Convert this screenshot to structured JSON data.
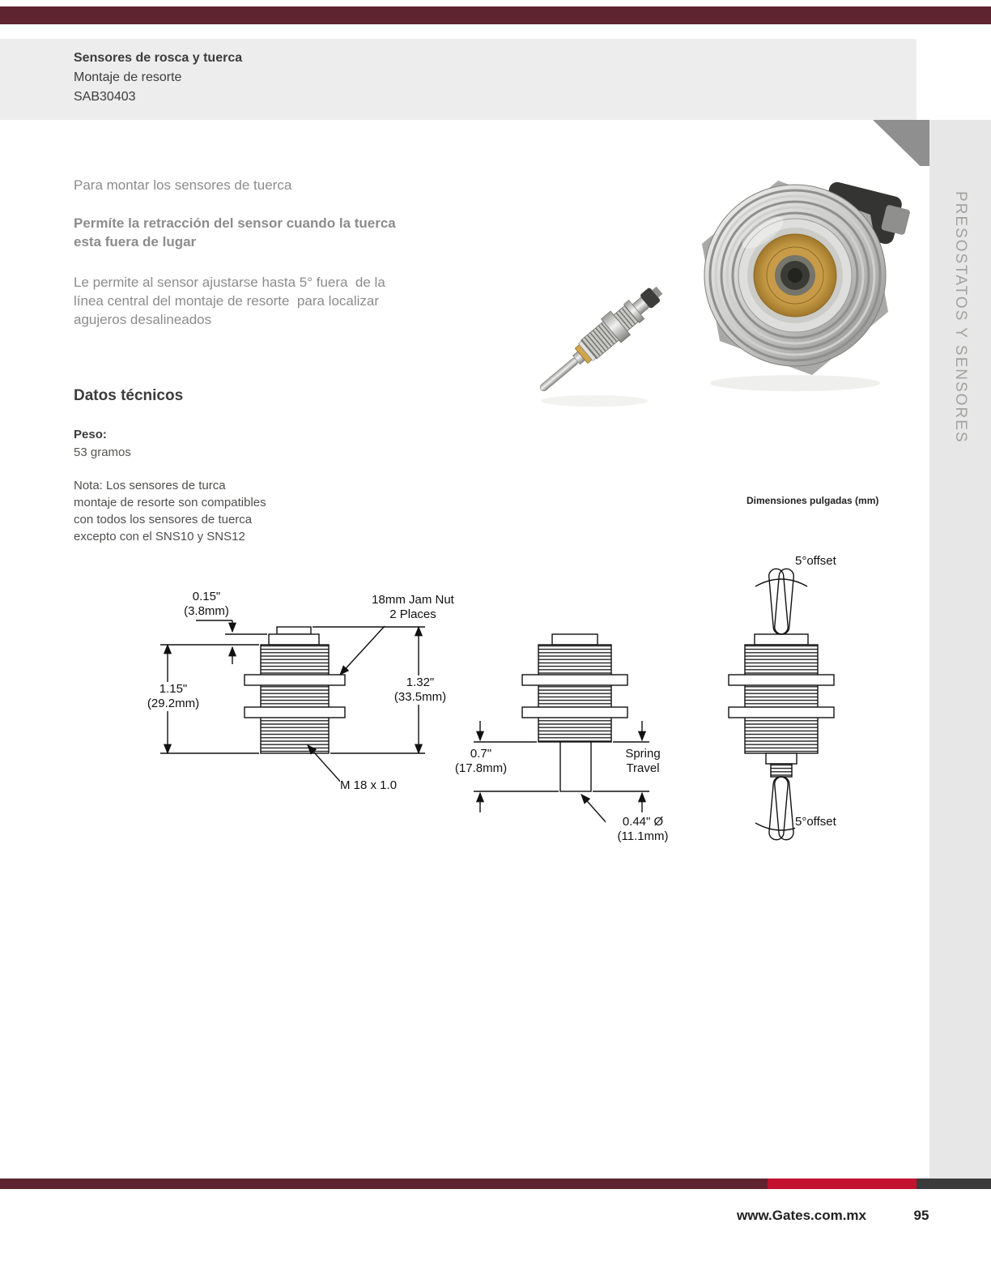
{
  "theme": {
    "maroon": "#5e2430",
    "red": "#c31230",
    "band_gray": "#ededed",
    "rail_gray": "#e7e7e7",
    "wedge_gray": "#8f8f8f",
    "body_text_gray": "#8c8c8c",
    "dark_text": "#3c3c3c",
    "brass": "#d2a94e"
  },
  "header": {
    "title": "Sensores de rosca y tuerca",
    "subtitle": "Montaje de resorte",
    "part_number": "SAB30403"
  },
  "sidebar": {
    "vertical_label": "PRESOSTATOS Y SENSORES"
  },
  "intro": {
    "line1": "Para montar los sensores de tuerca",
    "feature": "Permíte la retracción del sensor cuando la tuerca\nesta fuera de lugar",
    "description": "Le permite al sensor ajustarse hasta 5° fuera  de la\nlínea central del montaje de resorte  para localizar\nagujeros desalineados"
  },
  "tech": {
    "heading": "Datos técnicos",
    "weight_label": "Peso:",
    "weight_value": "53 gramos",
    "note": "Nota: Los sensores de turca\nmontaje de resorte son compatibles\ncon todos los sensores de tuerca\nexcepto con el SNS10 y SNS12"
  },
  "drawing": {
    "units_note": "Dimensiones pulgadas (mm)",
    "labels": {
      "dim_015_in": "0.15\"",
      "dim_015_mm": "(3.8mm)",
      "jam_line1": "18mm Jam Nut",
      "jam_line2": "2 Places",
      "dim_115_in": "1.15\"",
      "dim_115_mm": "(29.2mm)",
      "dim_132_in": "1.32\"",
      "dim_132_mm": "(33.5mm)",
      "thread_spec": "M 18 x 1.0",
      "dim_07_in": "0.7\"",
      "dim_07_mm": "(17.8mm)",
      "spring_line1": "Spring",
      "spring_line2": "Travel",
      "dim_044_in": "0.44\" Ø",
      "dim_044_mm": "(11.1mm)",
      "offset_top": "5°offset",
      "offset_bottom": "5°offset"
    }
  },
  "footer": {
    "website": "www.Gates.com.mx",
    "page_number": "95"
  }
}
